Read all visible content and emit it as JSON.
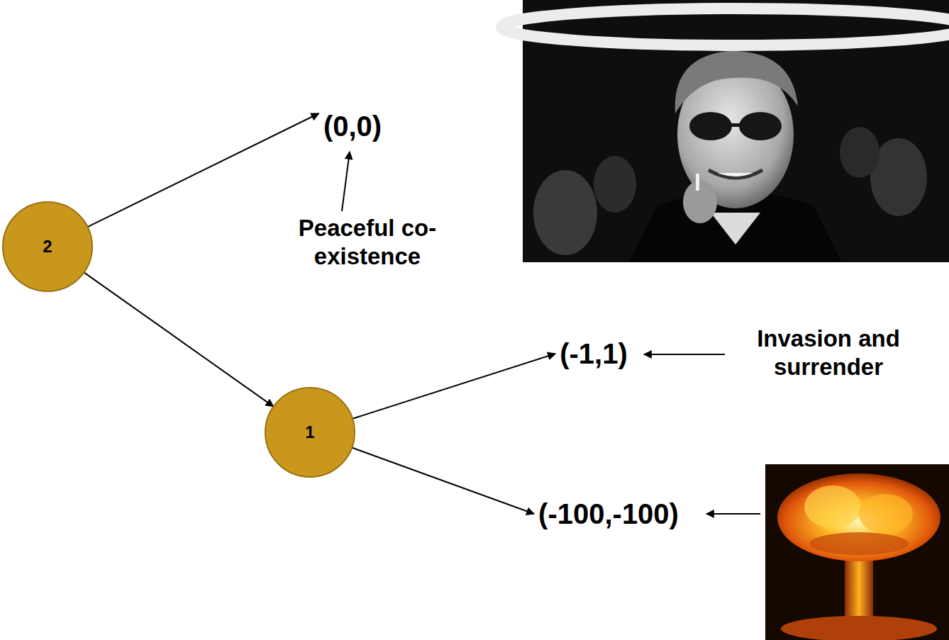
{
  "diagram": {
    "nodes": [
      {
        "text": [
          "2"
        ]
      },
      {
        "text": [
          "(0,0)"
        ]
      },
      {
        "text": [
          "1"
        ]
      },
      {
        "text": [
          "(-1,1)"
        ]
      },
      {
        "text": [
          "(-100,-100)"
        ]
      }
    ],
    "edges": [
      {
        "from": 0,
        "to": 1,
        "arrow": "to"
      },
      {
        "from": 0,
        "to": 2,
        "arrow": "to"
      },
      {
        "from": 2,
        "to": 3,
        "arrow": "to"
      },
      {
        "from": 2,
        "to": 4,
        "arrow": "to"
      }
    ],
    "labels": [
      "Peaceful co-existence",
      "Invasion and surrender"
    ]
  }
}
